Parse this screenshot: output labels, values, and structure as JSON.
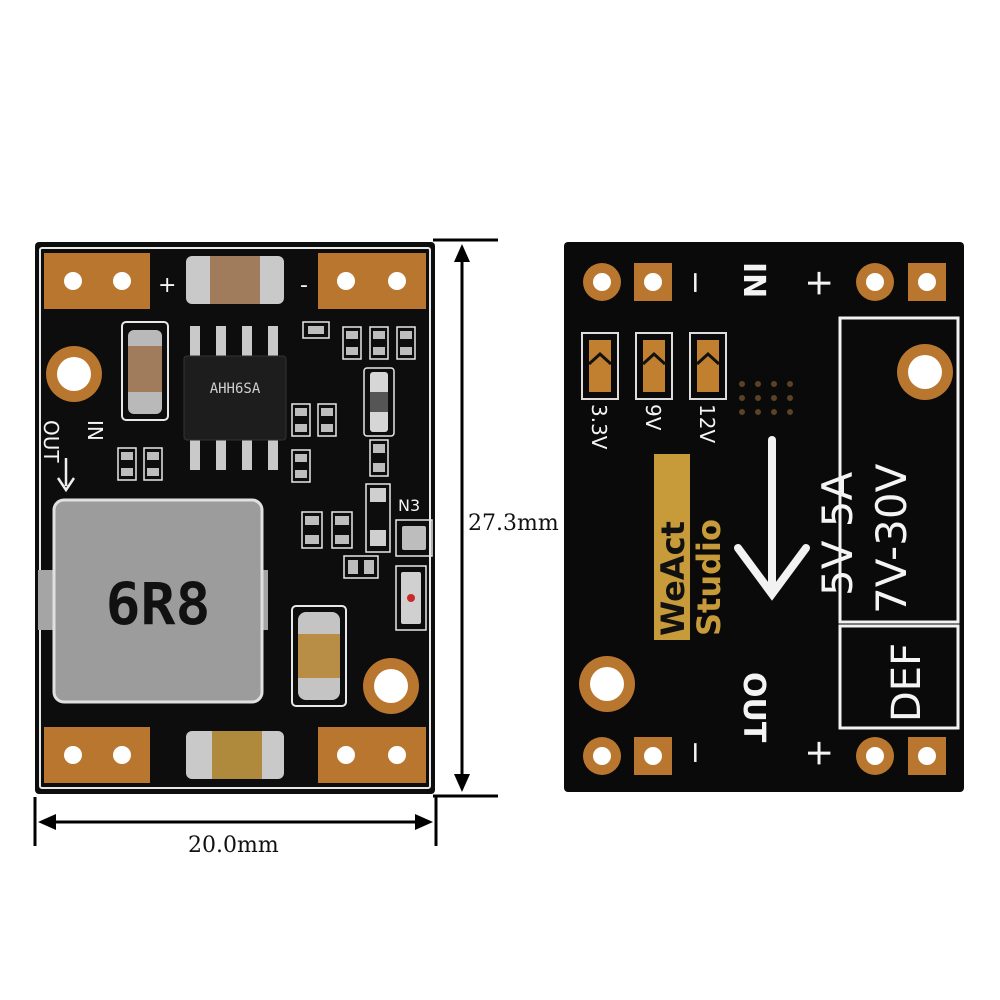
{
  "dimensions": {
    "width_label": "20.0mm",
    "height_label": "27.3mm"
  },
  "front_board": {
    "chip_marking": "AHH6SA",
    "inductor_marking": "6R8",
    "silk_in": "IN",
    "silk_out": "OUT",
    "silk_plus": "+",
    "silk_minus": "-",
    "silk_led_label": "N3"
  },
  "back_board": {
    "label_3v3": "3.3V",
    "label_9v": "9V",
    "label_12v": "12V",
    "brand_line1": "WeAct",
    "brand_line2": "Studio",
    "silk_in": "IN",
    "silk_out": "OUT",
    "silk_plus": "+",
    "silk_minus": "−",
    "spec_output": "5V 5A",
    "spec_input": "7V-30V",
    "spec_default": "DEF"
  },
  "colors": {
    "pcb": "#0d0d0d",
    "copper": "#b8762f",
    "gold_silk": "#c79a3a",
    "silk_white": "#f2f2f2",
    "inductor": "#9c9c9c"
  }
}
